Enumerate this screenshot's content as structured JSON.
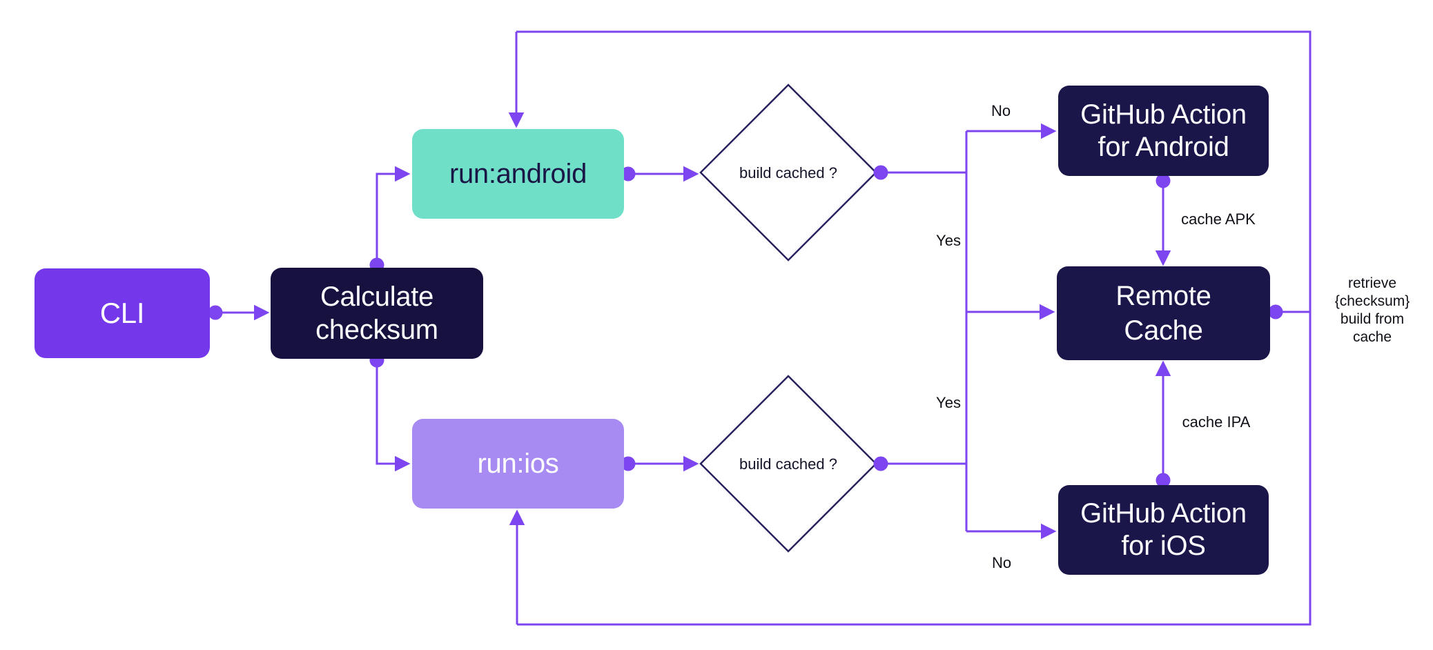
{
  "diagram": {
    "nodes": {
      "cli": {
        "label": "CLI"
      },
      "calculate_checksum": {
        "lines": [
          "Calculate",
          "checksum"
        ]
      },
      "run_android": {
        "label": "run:android"
      },
      "run_ios": {
        "label": "run:ios"
      },
      "decision_android": {
        "lines": [
          "build",
          "cached",
          "?"
        ]
      },
      "decision_ios": {
        "lines": [
          "build",
          "cached",
          "?"
        ]
      },
      "github_action_android": {
        "lines": [
          "GitHub Action",
          "for Android"
        ]
      },
      "remote_cache": {
        "lines": [
          "Remote",
          "Cache"
        ]
      },
      "github_action_ios": {
        "lines": [
          "GitHub Action",
          "for iOS"
        ]
      }
    },
    "edge_labels": {
      "no_android": "No",
      "yes_android": "Yes",
      "yes_ios": "Yes",
      "no_ios": "No",
      "cache_apk": "cache APK",
      "cache_ipa": "cache IPA",
      "retrieve": {
        "lines": [
          "retrieve",
          "{checksum}",
          "build from",
          "cache"
        ]
      }
    },
    "colors": {
      "accent": "#7C45EF",
      "cli_fill": "#7438EA",
      "dark_box_fill": "#1B164A",
      "teal_fill": "#70DFC7",
      "light_purple_fill": "#A78BF2",
      "diamond_border": "#27215F",
      "diamond_fill": "#FFFFFF",
      "label_text": "#101018"
    }
  }
}
